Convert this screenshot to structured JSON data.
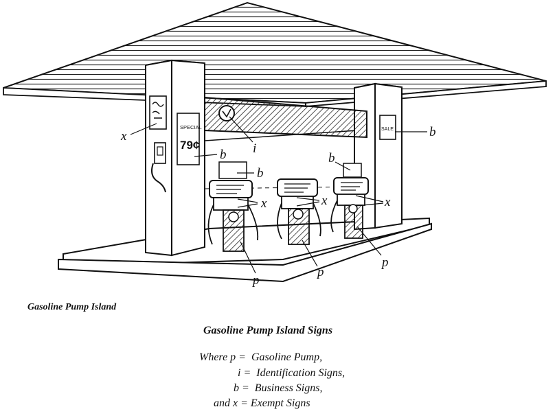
{
  "labels": {
    "x": "x",
    "b": "b",
    "i": "i",
    "p": "p"
  },
  "signs": {
    "special": "SPECIAL",
    "price": "79¢",
    "sale": "SALE"
  },
  "captions": {
    "illustration": "Gasoline Pump Island",
    "title": "Gasoline Pump Island Signs"
  },
  "legend": [
    "Where p =  Gasoline Pump,",
    "i =  Identification Signs,",
    "b =  Business Signs,",
    "and x = Exempt Signs"
  ]
}
